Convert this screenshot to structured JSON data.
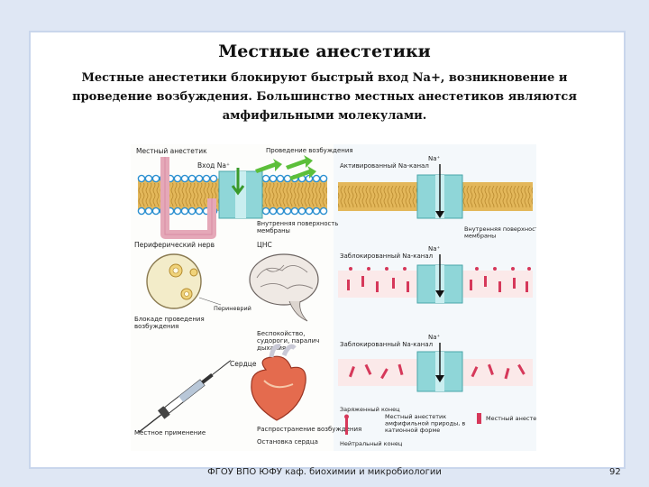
{
  "slide": {
    "title": "Местные анестетики",
    "subtitle": "Местные анестетики блокируют быстрый вход Na+, возникновение и проведение возбуждения. Большинство местных анестетиков являются амфифильными молекулами.",
    "footer": "ФГОУ ВПО ЮФУ каф. биохимии и микробиологии",
    "page_number": "92"
  },
  "figure": {
    "labels": {
      "local_anesthetic": "Местный анестетик",
      "na_entry": "Вход Na⁺",
      "conduction": "Проведение возбуждения",
      "inner_surface_left": "Внутренняя поверхность мембраны",
      "peripheral_nerve": "Периферический нерв",
      "cns": "ЦНС",
      "perineurium": "Периневрий",
      "block": "Блокаде проведения возбуждения",
      "anxiety": "Беспокойство, судороги, паралич дыхания",
      "heart": "Сердце",
      "spread": "Распространение возбуждения",
      "arrest": "Остановка сердца",
      "local_use": "Местное применение",
      "activated": "Активированный Na-канал",
      "na1": "Na⁺",
      "inner_surface_right": "Внутренняя поверхность мембраны",
      "blocked1": "Заблокированный Na-канал",
      "na2": "Na⁺",
      "blocked2": "Заблокированный Na-канал",
      "na3": "Na⁺",
      "charged_end": "Заряженный конец",
      "neutral_end": "Нейтральный конец",
      "amphiphilic": "Местный анестетик амфифильной природы, в катионной форме",
      "legend_anesthetic": "Местный анестетик"
    },
    "colors": {
      "membrane_head": "#2a8fd0",
      "membrane_tail": "#e3b75a",
      "channel": "#8fd6d8",
      "anesthetic": "#d6385a",
      "arrow_green": "#5cbf3a",
      "nerve_fill": "#f3ecc9"
    }
  }
}
